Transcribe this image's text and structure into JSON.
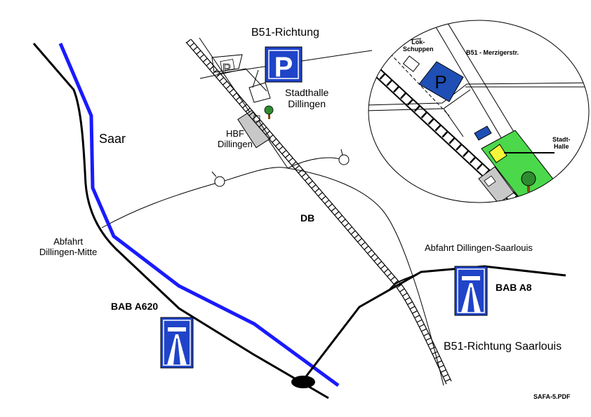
{
  "labels": {
    "b51_north": "B51-Richtung",
    "stadthalle": "Stadthalle\nDillingen",
    "hbf": "HBF\nDillingen",
    "saar": "Saar",
    "db": "DB",
    "abfahrt_mitte": "Abfahrt\nDillingen-Mitte",
    "bab_a620": "BAB A620",
    "abfahrt_saarlouis": "Abfahrt Dillingen-Saarlouis",
    "bab_a8": "BAB A8",
    "b51_saarlouis": "B51-Richtung Saarlouis",
    "file_ref": "SAFA-5.PDF"
  },
  "inset": {
    "lokschuppen": "Lok-\nSchuppen",
    "b51_merziger": "B51 - Merzigerstr.",
    "stadthalle": "Stadt-\nHalle"
  },
  "symbols": {
    "parking_letter": "P",
    "parking_small": "P"
  },
  "colors": {
    "river": "#1a1aff",
    "sign_blue": "#1f44c8",
    "parking_inset": "#1f4fb4",
    "grass": "#4bd84b",
    "hall": "#f5f53a",
    "station_gray": "#c8c8c8",
    "tree_green": "#2e8b2e",
    "tree_trunk": "#8b4513"
  },
  "icons": [
    "parking-sign-icon",
    "autobahn-sign-icon",
    "tree-icon",
    "roundabout-icon"
  ]
}
